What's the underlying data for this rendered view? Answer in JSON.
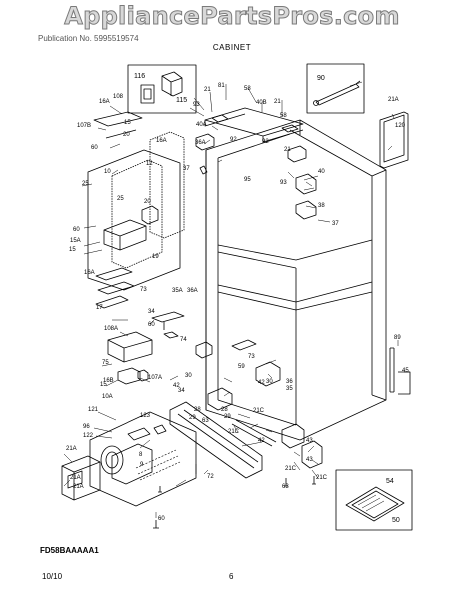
{
  "header": {
    "watermark": "AppliancePartsPros.com",
    "publication_line": "Publication No. 5995519574",
    "title": "CABINET"
  },
  "footer": {
    "model": "FD58BAAAAA1",
    "date": "10/10",
    "page_number": "6"
  },
  "part_labels": [
    "116",
    "115",
    "108",
    "21",
    "81",
    "58",
    "40B",
    "21",
    "58",
    "93",
    "40A",
    "21",
    "92",
    "36A",
    "37",
    "95",
    "93",
    "92",
    "40",
    "38",
    "37",
    "16A",
    "107B",
    "15",
    "20",
    "16A",
    "60",
    "10",
    "12",
    "25",
    "25",
    "20",
    "60",
    "15A",
    "15",
    "16A",
    "19",
    "17",
    "73",
    "35A",
    "36A",
    "34",
    "60",
    "74",
    "108A",
    "75",
    "15",
    "16B",
    "107A",
    "30",
    "42",
    "34",
    "10A",
    "28",
    "29",
    "121",
    "123",
    "96",
    "122",
    "21A",
    "63",
    "73",
    "59",
    "36",
    "35",
    "42",
    "21C",
    "30",
    "21C",
    "42",
    "28",
    "43",
    "29",
    "21C",
    "63",
    "43",
    "21C",
    "21A",
    "21A",
    "8",
    "9",
    "72",
    "60",
    "90",
    "21A",
    "120",
    "89",
    "45",
    "54",
    "50"
  ]
}
